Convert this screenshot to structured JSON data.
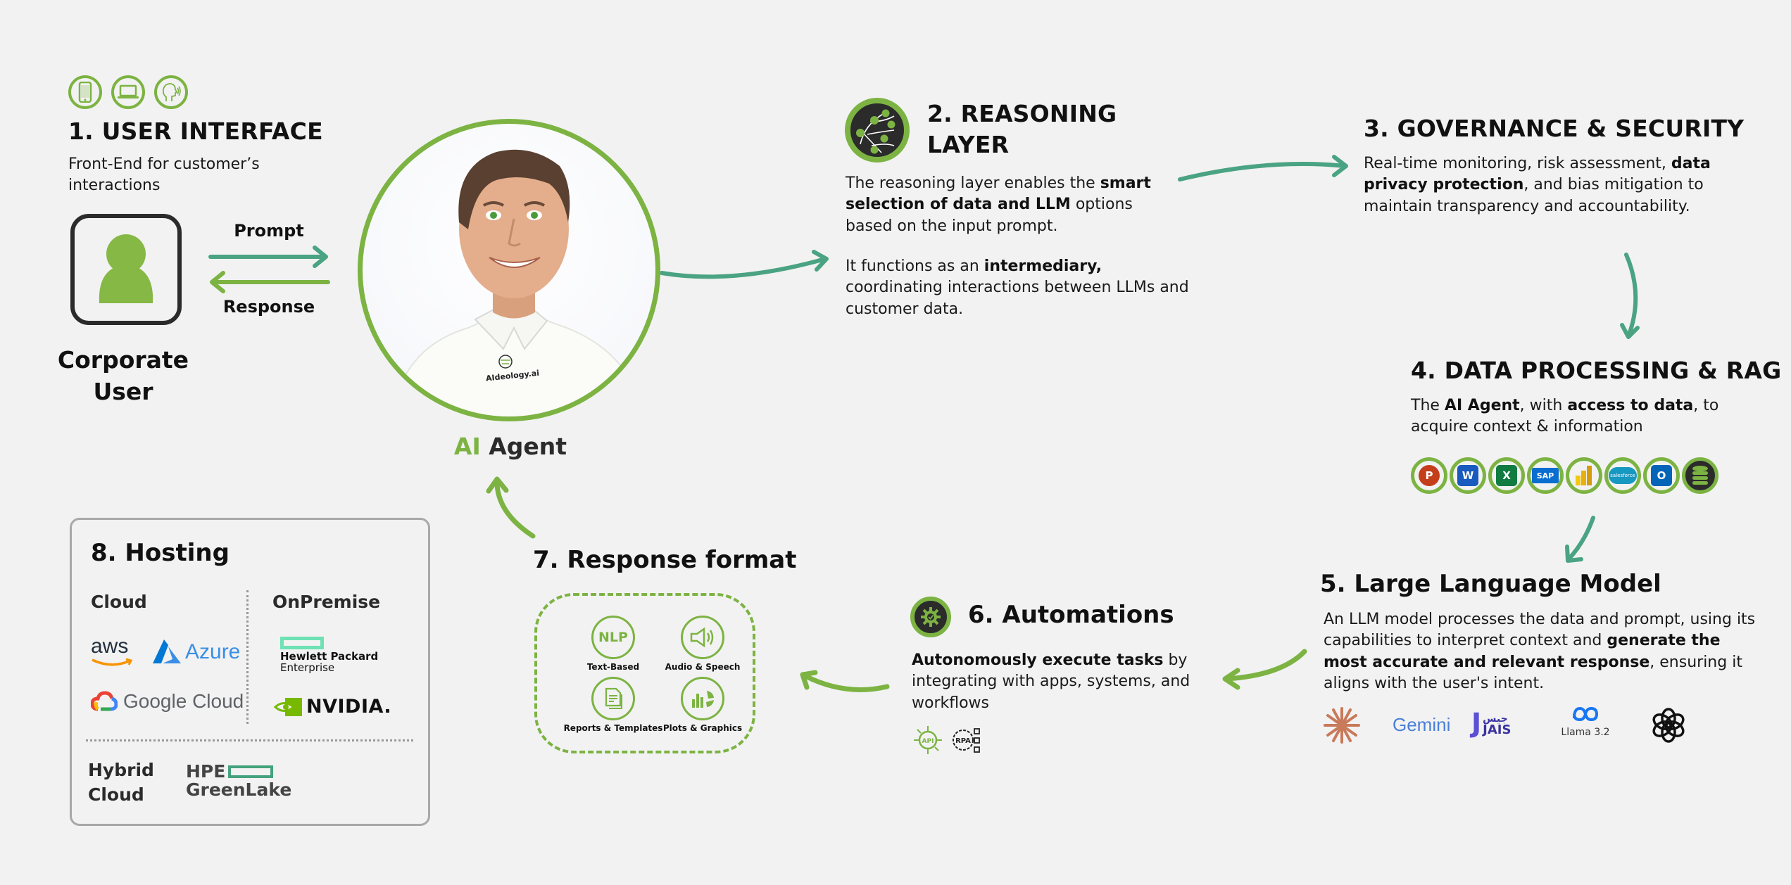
{
  "colors": {
    "background": "#f2f2f2",
    "accent_green": "#7cb342",
    "accent_teal": "#4aa383",
    "dark": "#2b2b2b",
    "text": "#111111"
  },
  "section1": {
    "icons": [
      "smartphone-icon",
      "laptop-icon",
      "voice-speaking-icon"
    ],
    "title": "1. USER INTERFACE",
    "description_line1": "Front-End for customer’s",
    "description_line2": "interactions",
    "user_label_line1": "Corporate",
    "user_label_line2": "User",
    "prompt_label": "Prompt",
    "response_label": "Response"
  },
  "agent": {
    "label_accent": "AI",
    "label_rest": " Agent",
    "shirt_logo": "AIdeology.ai"
  },
  "section2": {
    "title_line1": "2. REASONING",
    "title_line2": "LAYER",
    "p1_part1": "The reasoning layer enables the ",
    "p1_bold": "smart selection of data and LLM",
    "p1_part2": " options based on the input prompt.",
    "p2_part1": "It functions as an ",
    "p2_bold": "intermediary,",
    "p2_part2": " coordinating interactions between LLMs and customer data."
  },
  "section3": {
    "title": "3. GOVERNANCE & SECURITY",
    "part1": "Real-time monitoring, risk assessment, ",
    "bold": "data privacy protection",
    "part2": ", and bias mitigation to maintain transparency and accountability."
  },
  "section4": {
    "title": "4. DATA PROCESSING & RAG",
    "part1": "The ",
    "bold1": "AI Agent",
    "part2": ", with ",
    "bold2": "access to data",
    "part3": ", to acquire context & information",
    "apps": [
      {
        "name": "PowerPoint",
        "letter": "P",
        "color": "#c43e1c"
      },
      {
        "name": "Word",
        "letter": "W",
        "color": "#185abd"
      },
      {
        "name": "Excel",
        "letter": "X",
        "color": "#107c41"
      },
      {
        "name": "SAP",
        "letter": "SAP",
        "color": "#0a6ed1"
      },
      {
        "name": "Power BI",
        "letter": "",
        "color": "#f2c811"
      },
      {
        "name": "Salesforce",
        "letter": "salesforce",
        "color": "#1798c1"
      },
      {
        "name": "Outlook",
        "letter": "O",
        "color": "#0364b8"
      },
      {
        "name": "Database",
        "letter": "",
        "color": "#2b2b2b"
      }
    ]
  },
  "section5": {
    "title": "5. Large Language Model",
    "part1": "An LLM model processes the data and prompt, using its capabilities to interpret context and ",
    "bold": "generate the most accurate and relevant response",
    "part2": ", ensuring it aligns with the user's intent.",
    "models": [
      {
        "name": "Claude",
        "icon": "claude-starburst-icon"
      },
      {
        "name": "Gemini",
        "label": "Gemini"
      },
      {
        "name": "JAIS",
        "label": "JAIS",
        "arabic": "جيس"
      },
      {
        "name": "Llama",
        "label": "Llama 3.2"
      },
      {
        "name": "OpenAI",
        "icon": "openai-icon"
      }
    ]
  },
  "section6": {
    "title": "6. Automations",
    "bold": "Autonomously execute tasks",
    "part1": " by integrating with apps, systems, and workflows",
    "badges": [
      "API",
      "RPA"
    ]
  },
  "section7": {
    "title": "7. Response format",
    "items": [
      {
        "label": "Text-Based",
        "icon": "nlp-icon",
        "glyph": "NLP"
      },
      {
        "label": "Audio & Speech",
        "icon": "speaker-icon"
      },
      {
        "label": "Reports & Templates",
        "icon": "document-icon"
      },
      {
        "label": "Plots & Graphics",
        "icon": "chart-icon"
      }
    ]
  },
  "section8": {
    "title": "8. Hosting",
    "cloud_label": "Cloud",
    "onprem_label": "OnPremise",
    "hybrid_label_line1": "Hybrid",
    "hybrid_label_line2": "Cloud",
    "cloud_providers": [
      "aws",
      "Azure",
      "Google Cloud"
    ],
    "onprem_providers": [
      "Hewlett Packard",
      "Enterprise",
      "NVIDIA."
    ],
    "hybrid_providers": [
      "HPE",
      "GreenLake"
    ]
  }
}
